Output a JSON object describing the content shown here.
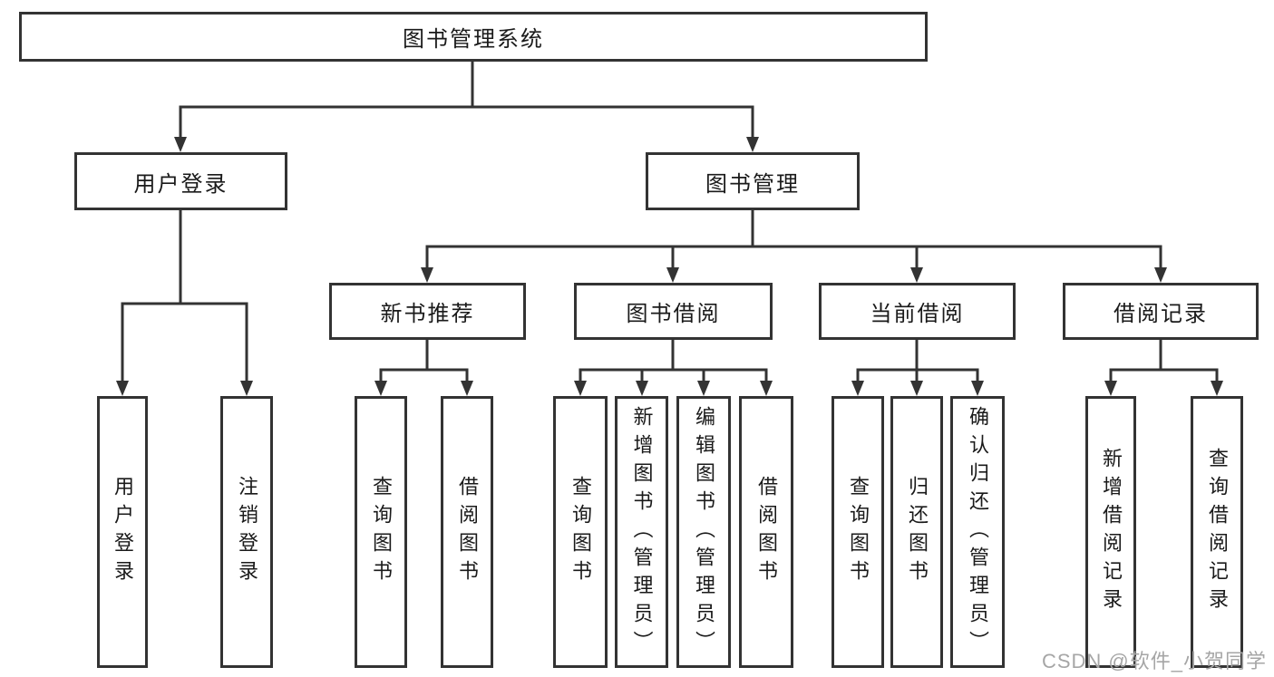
{
  "tree": {
    "root": {
      "label": "图书管理系统",
      "children": [
        {
          "label": "用户登录",
          "children": [
            {
              "label": "用户登录"
            },
            {
              "label": "注销登录"
            }
          ]
        },
        {
          "label": "图书管理",
          "children": [
            {
              "label": "新书推荐",
              "children": [
                {
                  "label": "查询图书"
                },
                {
                  "label": "借阅图书"
                }
              ]
            },
            {
              "label": "图书借阅",
              "children": [
                {
                  "label": "查询图书"
                },
                {
                  "label": "新增图书（管理员）"
                },
                {
                  "label": "编辑图书（管理员）"
                },
                {
                  "label": "借阅图书"
                }
              ]
            },
            {
              "label": "当前借阅",
              "children": [
                {
                  "label": "查询图书"
                },
                {
                  "label": "归还图书"
                },
                {
                  "label": "确认归还（管理员）"
                }
              ]
            },
            {
              "label": "借阅记录",
              "children": [
                {
                  "label": "新增借阅记录"
                },
                {
                  "label": "查询借阅记录"
                }
              ]
            }
          ]
        }
      ]
    }
  },
  "watermark": {
    "text": "CSDN @软件_小贺同学"
  },
  "colors": {
    "line": "#333333",
    "text": "#1a1a1a",
    "box_fill": "#ffffff",
    "watermark": "#a6a6a6",
    "background": "#ffffff"
  }
}
